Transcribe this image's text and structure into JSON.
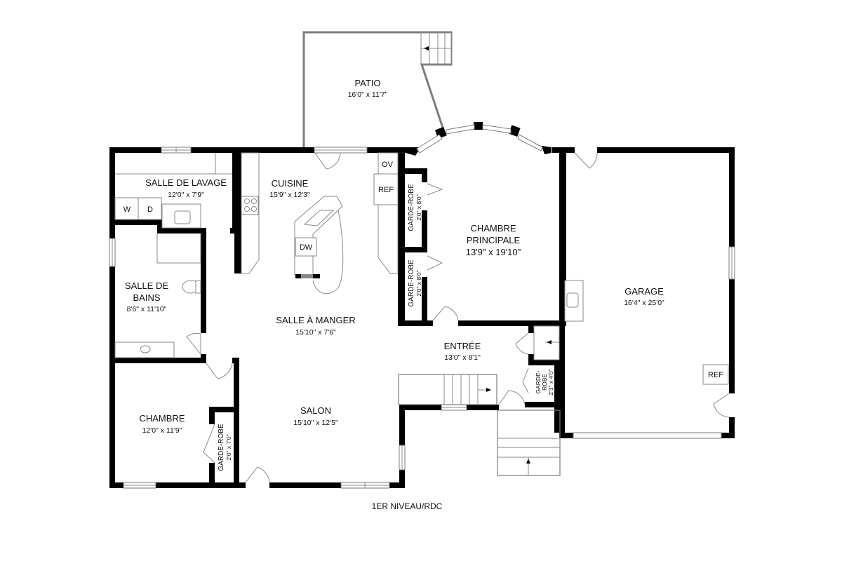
{
  "plan": {
    "level_label": "1ER NIVEAU/RDC",
    "rooms": [
      {
        "id": "patio",
        "name": "PATIO",
        "dims": "16'0\" x 11'7\""
      },
      {
        "id": "salle-de-lavage",
        "name": "SALLE DE LAVAGE",
        "dims": "12'0\" x 7'9\""
      },
      {
        "id": "cuisine",
        "name": "CUISINE",
        "dims": "15'9\" x 12'3\""
      },
      {
        "id": "chambre-principale",
        "name_line1": "CHAMBRE",
        "name_line2": "PRINCIPALE",
        "dims": "13'9\" x 19'10\""
      },
      {
        "id": "garage",
        "name": "GARAGE",
        "dims": "16'4\" x 25'0\""
      },
      {
        "id": "salle-de-bains",
        "name_line1": "SALLE DE",
        "name_line2": "BAINS",
        "dims": "8'6\" x 11'10\""
      },
      {
        "id": "salle-a-manger",
        "name": "SALLE À MANGER",
        "dims": "15'10\" x 7'6\""
      },
      {
        "id": "entree",
        "name": "ENTRÉE",
        "dims": "13'0\" x 8'1\""
      },
      {
        "id": "chambre",
        "name": "CHAMBRE",
        "dims": "12'0\" x 11'9\""
      },
      {
        "id": "salon",
        "name": "SALON",
        "dims": "15'10\" x 12'5\""
      }
    ],
    "closets": [
      {
        "id": "garde-robe-1",
        "name": "GARDE-ROBE",
        "dims": "2'0\" x 8'0\""
      },
      {
        "id": "garde-robe-2",
        "name": "GARDE-ROBE",
        "dims": "2'0\" x 8'0\""
      },
      {
        "id": "garde-robe-3",
        "name": "GARDE-ROBE",
        "dims": "2'0\" x 7'0\""
      },
      {
        "id": "garde-robe-4",
        "name_line1": "GARDE-",
        "name_line2": "ROBE",
        "dims": "2'3\" x 4'0\""
      }
    ],
    "fixtures": {
      "washer": "W",
      "dryer": "D",
      "oven": "OV",
      "fridge_kitchen": "REF",
      "dishwasher": "DW",
      "fridge_garage": "REF"
    }
  }
}
